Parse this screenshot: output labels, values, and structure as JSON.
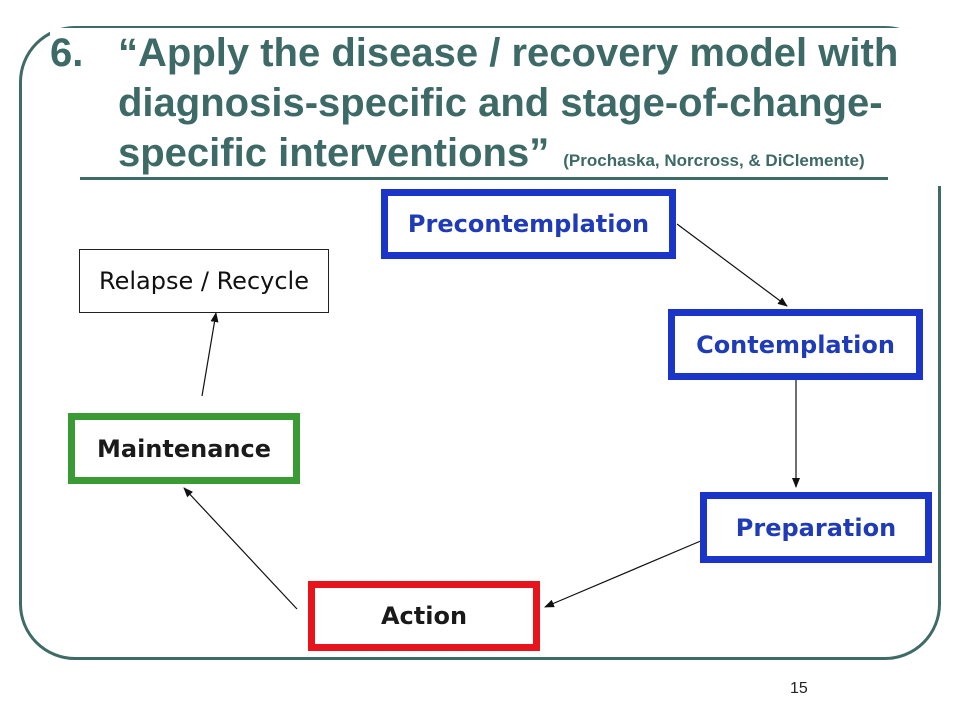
{
  "slide": {
    "title_number": "6.",
    "title_text": "“Apply the disease / recovery model with diagnosis-specific and stage-of-change-specific interventions”",
    "citation_open": "(",
    "citation_text": "Prochaska, Norcross, & DiClemente",
    "citation_close": ")",
    "page_number": "15"
  },
  "stages": {
    "precontemplation": "Precontemplation",
    "contemplation": "Contemplation",
    "preparation": "Preparation",
    "action": "Action",
    "maintenance": "Maintenance",
    "relapse": "Relapse / Recycle"
  },
  "colors": {
    "frame": "#3f6b66",
    "title": "#3d6a66",
    "blue_stage": "#1b35c8",
    "action_stage": "#e8141c",
    "maintenance_stage": "#3a9a34"
  }
}
